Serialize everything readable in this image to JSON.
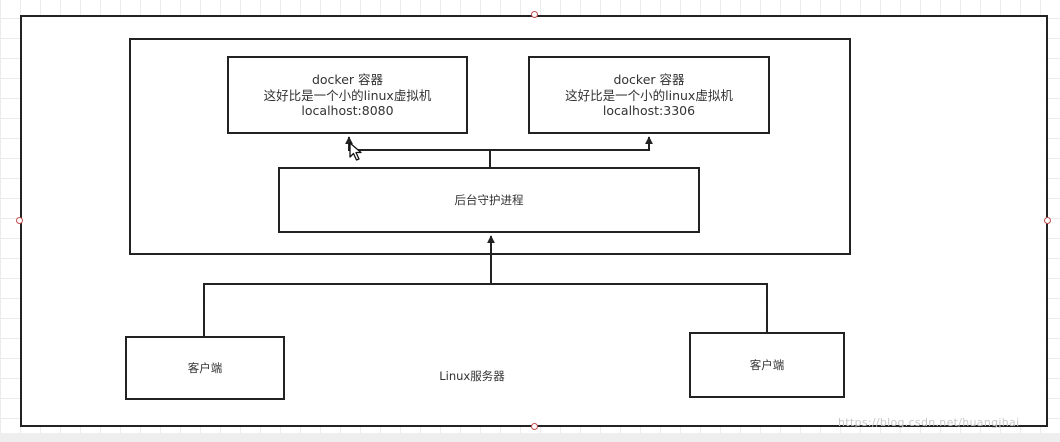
{
  "diagram": {
    "server_label": "Linux服务器",
    "containers": [
      {
        "title": "docker 容器",
        "description": "这好比是一个小的linux虚拟机",
        "address": "localhost:8080"
      },
      {
        "title": "docker 容器",
        "description": "这好比是一个小的linux虚拟机",
        "address": "localhost:3306"
      }
    ],
    "daemon_label": "后台守护进程",
    "clients": [
      {
        "label": "客户端"
      },
      {
        "label": "客户端"
      }
    ]
  },
  "watermark": "https://blog.csdn.net/huangjhai",
  "colors": {
    "line": "#222222",
    "text": "#333333",
    "selection_handle": "#c0504d",
    "grid": "#ebebeb"
  }
}
